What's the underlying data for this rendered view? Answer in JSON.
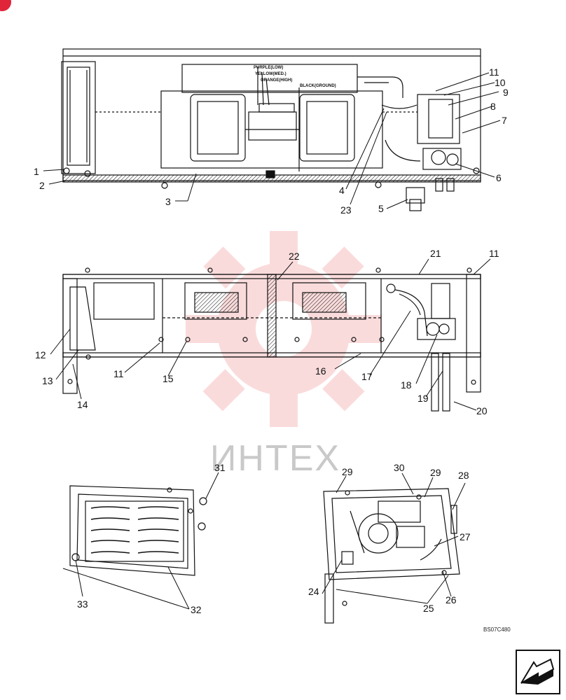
{
  "diagram_code": "BS07C480",
  "watermark": "ИНТЕХ",
  "wire_labels": [
    "PURPLE(LOW)",
    "YELLOW(MED.)",
    "ORANGE(HIGH)",
    "BLACK(GROUND)"
  ],
  "callouts": [
    "1",
    "2",
    "3",
    "4",
    "5",
    "6",
    "7",
    "8",
    "9",
    "10",
    "11",
    "23",
    "22",
    "21",
    "11",
    "12",
    "13",
    "14",
    "11",
    "15",
    "16",
    "17",
    "18",
    "19",
    "20",
    "31",
    "33",
    "32",
    "29",
    "30",
    "29",
    "28",
    "27",
    "24",
    "25",
    "26"
  ],
  "colors": {
    "line": "#111111",
    "watermark": "#f29a9a",
    "accent": "#e0243a"
  },
  "icons": {
    "navigation": "next-page-arrow-icon"
  }
}
